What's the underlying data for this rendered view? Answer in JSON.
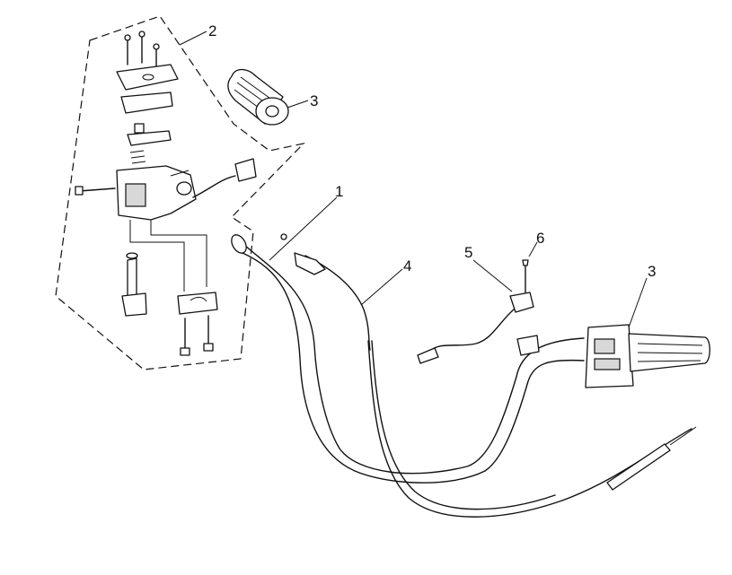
{
  "callouts": {
    "c1": "1",
    "c2": "2",
    "c3_grip_left": "3",
    "c3_grip_right": "3",
    "c4": "4",
    "c5": "5",
    "c6": "6"
  }
}
